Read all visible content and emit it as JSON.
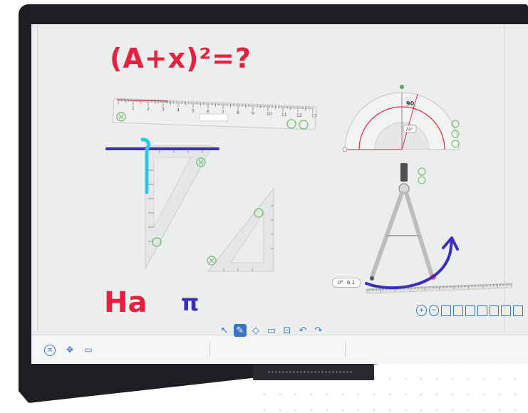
{
  "board": {
    "formula_text": "(A+x)²=?",
    "greeting_text": "Ha",
    "pi_symbol": "π"
  },
  "protractor": {
    "center_label": "90",
    "angle_readout": "74°"
  },
  "compass": {
    "angle_readout_left": "0°",
    "angle_readout_right": "6.1"
  },
  "ruler": {
    "ticks": [
      "1",
      "2",
      "3",
      "4",
      "5",
      "6",
      "7",
      "8",
      "9",
      "10",
      "11",
      "12",
      "13"
    ]
  },
  "taskbar_left": {
    "icons": [
      "menu-icon",
      "move-icon",
      "toolbox-icon"
    ]
  },
  "toolbar_center": {
    "icons": [
      "select-icon",
      "pen-icon",
      "eraser-icon",
      "rectangle-icon",
      "insert-icon",
      "undo-icon",
      "redo-icon"
    ],
    "active": "pen-icon"
  },
  "page_nav": {
    "icons": [
      "zoom-in-icon",
      "zoom-out-icon",
      "page-1-icon",
      "page-2-icon",
      "page-3-icon",
      "page-4-icon",
      "page-5-icon",
      "page-6-icon",
      "page-7-icon"
    ]
  },
  "colors": {
    "accent": "#3b73c6",
    "ink_red": "#e8203f",
    "ink_blue": "#3d2dbf",
    "ink_cyan": "#2fc5e6",
    "bezel": "#1d1e21",
    "board": "#eceded"
  }
}
